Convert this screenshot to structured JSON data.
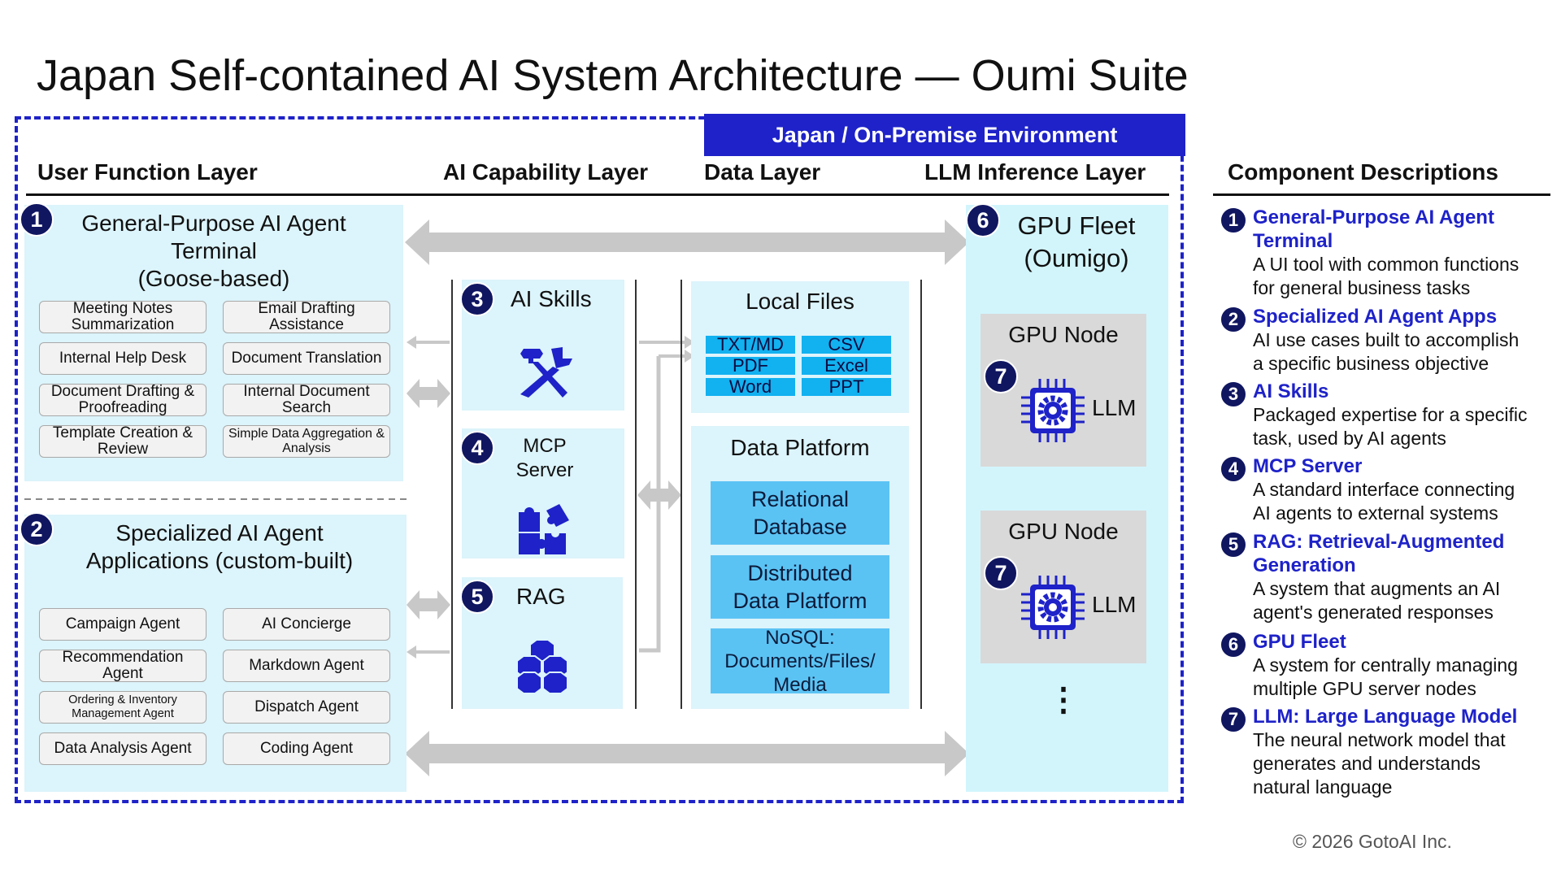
{
  "title": "Japan Self-contained AI System Architecture — Oumi Suite",
  "environment_label": "Japan / On-Premise Environment",
  "layers": {
    "user_function": "User Function Layer",
    "ai_capability": "AI Capability Layer",
    "data": "Data Layer",
    "llm_inference": "LLM Inference Layer",
    "descriptions": "Component Descriptions"
  },
  "general_agent": {
    "badge": "1",
    "title_line1": "General-Purpose AI Agent",
    "title_line2": "Terminal",
    "title_line3": "(Goose-based)",
    "functions": [
      "Meeting Notes Summarization",
      "Email Drafting Assistance",
      "Internal Help Desk",
      "Document Translation",
      "Document Drafting & Proofreading",
      "Internal Document Search",
      "Template Creation & Review",
      "Simple Data Aggregation & Analysis"
    ]
  },
  "specialized_agent": {
    "badge": "2",
    "title_line1": "Specialized AI Agent",
    "title_line2": "Applications (custom-built)",
    "apps": [
      "Campaign Agent",
      "AI Concierge",
      "Recommendation Agent",
      "Markdown Agent",
      "Ordering & Inventory Management Agent",
      "Dispatch Agent",
      "Data Analysis Agent",
      "Coding Agent"
    ]
  },
  "ai_skills": {
    "badge": "3",
    "label": "AI Skills",
    "icon": "tools-icon"
  },
  "mcp_server": {
    "badge": "4",
    "label_line1": "MCP",
    "label_line2": "Server",
    "icon": "puzzle-icon"
  },
  "rag": {
    "badge": "5",
    "label": "RAG",
    "icon": "cubes-icon"
  },
  "local_files": {
    "title": "Local Files",
    "formats": [
      "TXT/MD",
      "CSV",
      "PDF",
      "Excel",
      "Word",
      "PPT"
    ]
  },
  "data_platform": {
    "title": "Data Platform",
    "relational": [
      "Relational",
      "Database"
    ],
    "distributed": [
      "Distributed",
      "Data Platform"
    ],
    "nosql": [
      "NoSQL:",
      "Documents/Files/",
      "Media"
    ]
  },
  "gpu_fleet": {
    "badge": "6",
    "title_line1": "GPU Fleet",
    "title_line2": "(Oumigo)",
    "nodes": [
      {
        "title": "GPU Node",
        "badge": "7",
        "llm": "LLM"
      },
      {
        "title": "GPU Node",
        "badge": "7",
        "llm": "LLM"
      }
    ],
    "more": "⋮"
  },
  "descriptions": [
    {
      "badge": "1",
      "title": [
        "General-Purpose AI Agent",
        "Terminal"
      ],
      "body": [
        "A UI tool with common functions",
        "for general business tasks"
      ]
    },
    {
      "badge": "2",
      "title": [
        "Specialized AI Agent Apps"
      ],
      "body": [
        "AI use cases built to accomplish",
        "a specific business objective"
      ]
    },
    {
      "badge": "3",
      "title": [
        "AI Skills"
      ],
      "body": [
        "Packaged expertise for a specific",
        "task, used by AI agents"
      ]
    },
    {
      "badge": "4",
      "title": [
        "MCP Server"
      ],
      "body": [
        "A standard interface connecting",
        "AI agents to external systems"
      ]
    },
    {
      "badge": "5",
      "title": [
        "RAG: Retrieval-Augmented",
        "Generation"
      ],
      "body": [
        "A system that augments an AI",
        "agent's generated responses"
      ]
    },
    {
      "badge": "6",
      "title": [
        "GPU Fleet"
      ],
      "body": [
        "A system for centrally managing",
        "multiple GPU server nodes"
      ]
    },
    {
      "badge": "7",
      "title": [
        "LLM: Large Language Model"
      ],
      "body": [
        "The neural network model that",
        "generates and understands",
        "natural language"
      ]
    }
  ],
  "copyright": "© 2026 GotoAI Inc.",
  "colors": {
    "accent": "#1e22c8",
    "badge": "#101660",
    "panel": "#dcf4fb",
    "chip": "#12b1f0",
    "db": "#5bc3f4",
    "node": "#d9d9d9",
    "arrow": "#c8c8c8"
  }
}
